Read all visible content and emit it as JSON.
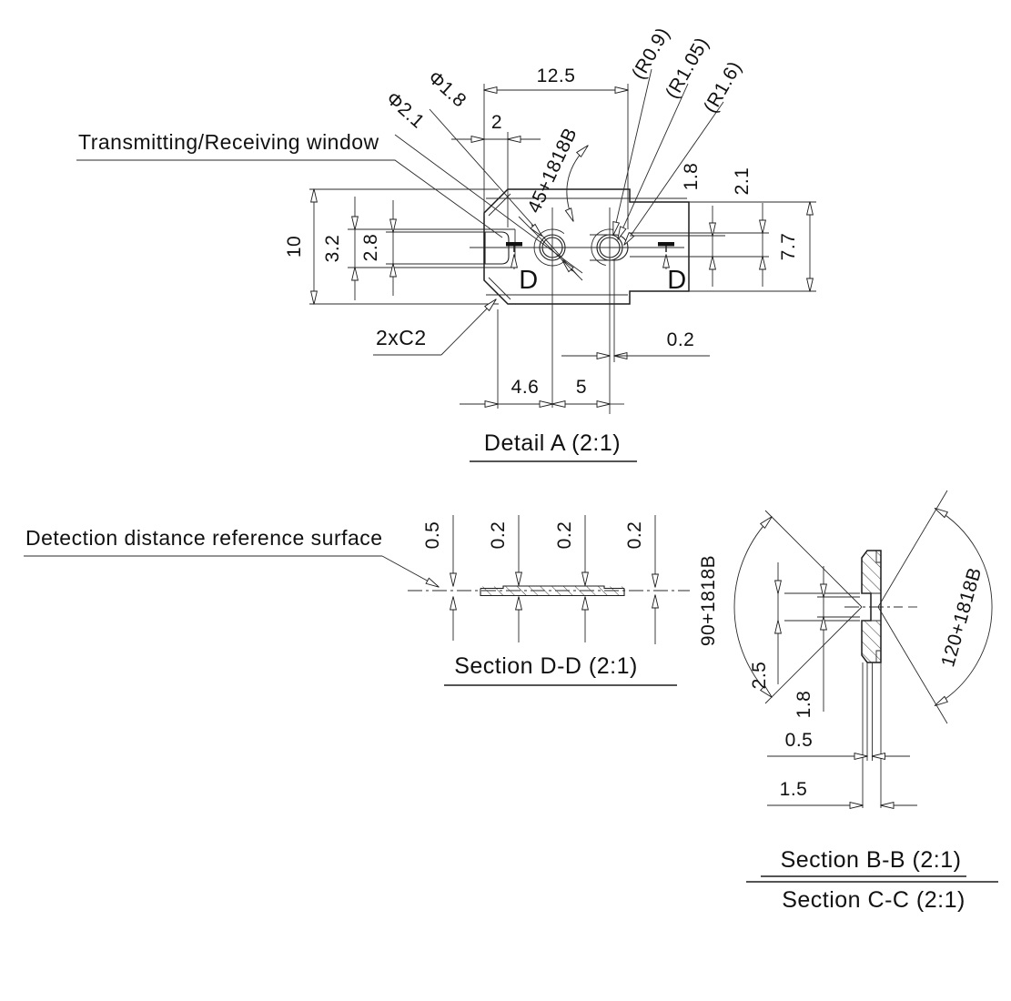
{
  "drawing": {
    "detail_a": {
      "title": "Detail A (2:1)",
      "window_label": "Transmitting/Receiving window",
      "chamfer_label": "2xC2",
      "section_letter": "D",
      "dims": {
        "overall_width": "12.5",
        "window_width": "2",
        "dia_small": "Φ1.8",
        "dia_large": "Φ2.1",
        "radius_1": "(R0.9)",
        "radius_2": "(R1.05)",
        "radius_3": "(R1.6)",
        "angle_axis": "45+1818B",
        "height_left": "10",
        "pocket_height": "3.2",
        "window_height": "2.8",
        "slot_height_1": "1.8",
        "slot_height_2": "2.1",
        "height_right": "7.7",
        "edge_offset": "0.2",
        "pitch_window_lens": "4.6",
        "pitch_lens_lens": "5"
      }
    },
    "section_dd": {
      "title": "Section D-D (2:1)",
      "surface_label": "Detection distance reference surface",
      "dims": {
        "thickness_1": "0.5",
        "thickness_2": "0.2",
        "thickness_3": "0.2",
        "thickness_4": "0.2"
      }
    },
    "section_bb_cc": {
      "title_bb": "Section B-B (2:1)",
      "title_cc": "Section C-C (2:1)",
      "dims": {
        "angle_left": "90+1818B",
        "angle_right": "120+1818B",
        "depth_1": "2.5",
        "depth_2": "1.8",
        "neck_width": "0.5",
        "lens_thickness": "1.5"
      }
    }
  }
}
